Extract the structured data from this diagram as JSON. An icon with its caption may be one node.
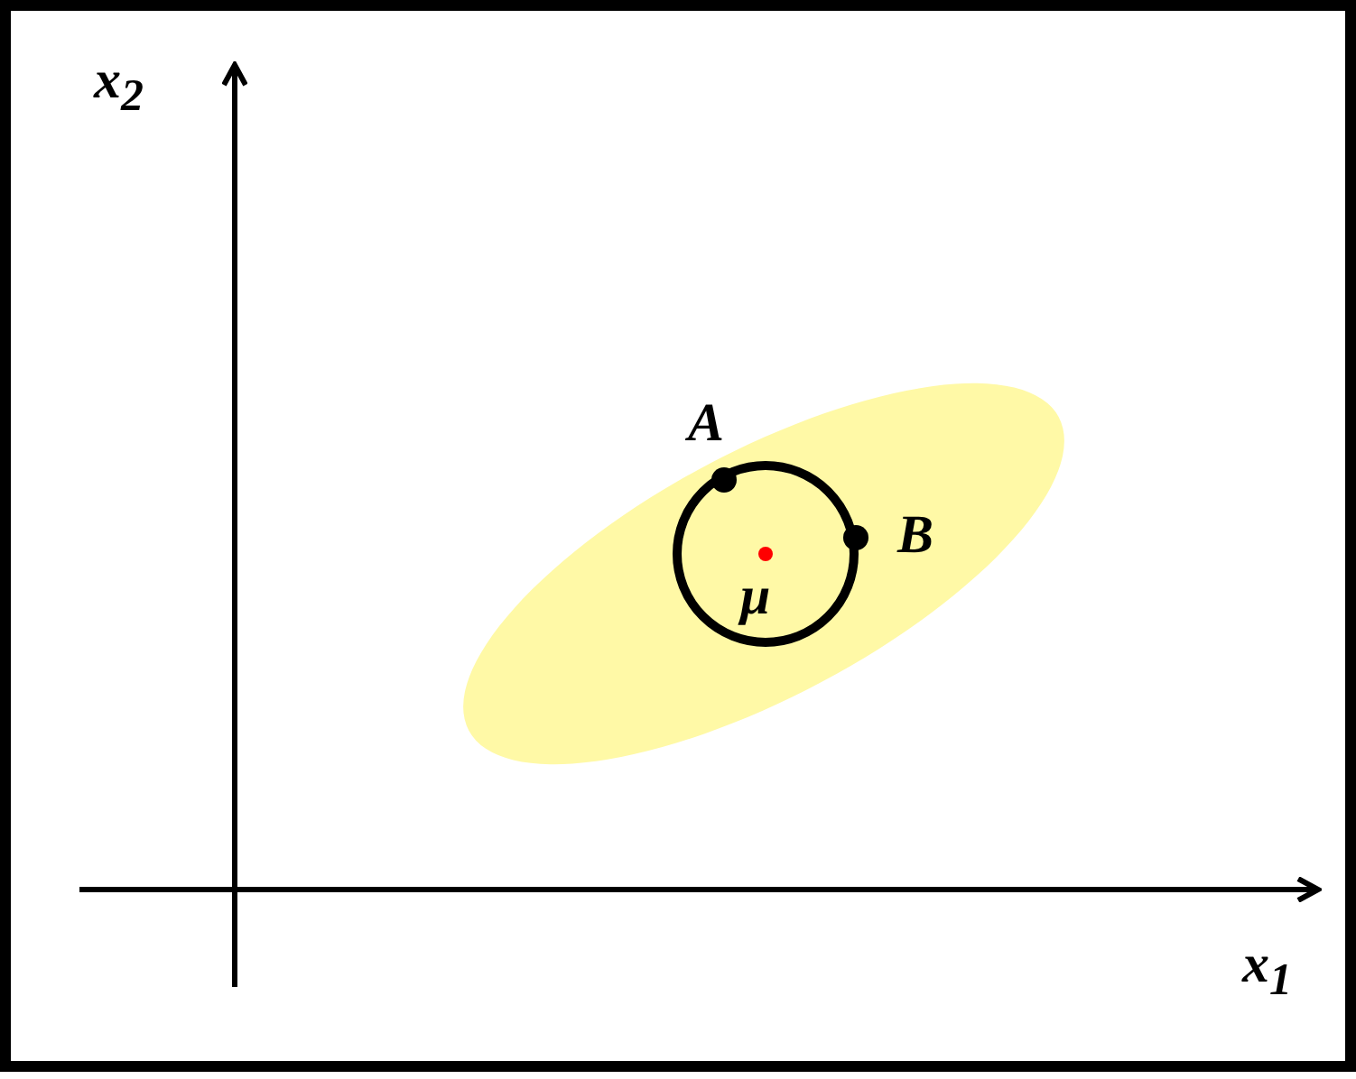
{
  "diagram": {
    "labels": [
      "x$_{2}$",
      "A",
      "B",
      "μ",
      "x$_{1}$"
    ]
  }
}
